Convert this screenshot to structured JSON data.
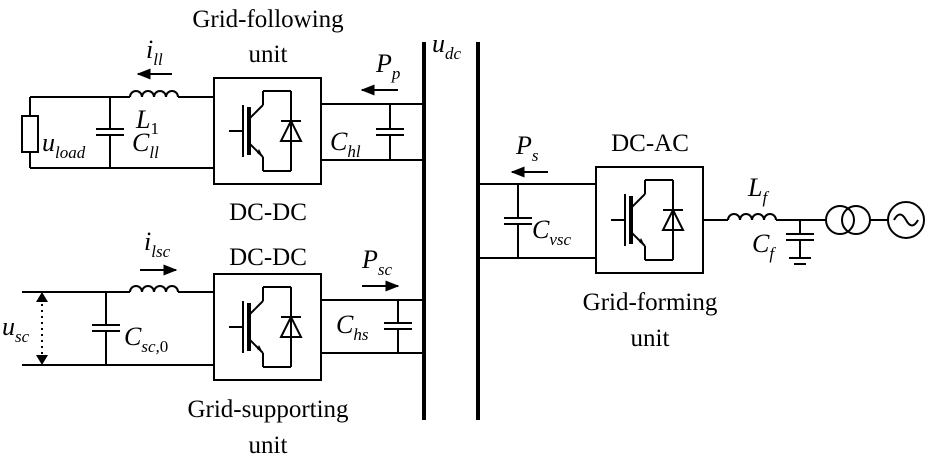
{
  "labels": {
    "grid_following_line1": "Grid-following",
    "grid_following_line2": "unit",
    "grid_supporting_line1": "Grid-supporting",
    "grid_supporting_line2": "unit",
    "grid_forming_line1": "Grid-forming",
    "grid_forming_line2": "unit",
    "dcdc_top": "DC-DC",
    "dcdc_bottom": "DC-DC",
    "dcac": "DC-AC"
  },
  "symbols": {
    "u_dc": {
      "main": "u",
      "sub": "dc"
    },
    "P_p": {
      "main": "P",
      "sub": "p"
    },
    "P_s": {
      "main": "P",
      "sub": "s"
    },
    "P_sc": {
      "main": "P",
      "sub": "sc"
    },
    "i_ll": {
      "main": "i",
      "sub": "ll"
    },
    "i_lsc": {
      "main": "i",
      "sub": "lsc"
    },
    "L_1": {
      "main": "L",
      "sub": "1"
    },
    "L_f": {
      "main": "L",
      "sub": "f"
    },
    "C_f": {
      "main": "C",
      "sub": "f"
    },
    "C_ll": {
      "main": "C",
      "sub": "ll"
    },
    "C_hl": {
      "main": "C",
      "sub": "hl"
    },
    "C_hs": {
      "main": "C",
      "sub": "hs"
    },
    "C_vsc": {
      "main": "C",
      "sub": "vsc"
    },
    "C_sc0": {
      "main": "C",
      "sub": "sc,",
      "sub2": "0"
    },
    "u_load": {
      "main": "u",
      "sub": "load"
    },
    "u_sc": {
      "main": "u",
      "sub": "sc"
    }
  }
}
